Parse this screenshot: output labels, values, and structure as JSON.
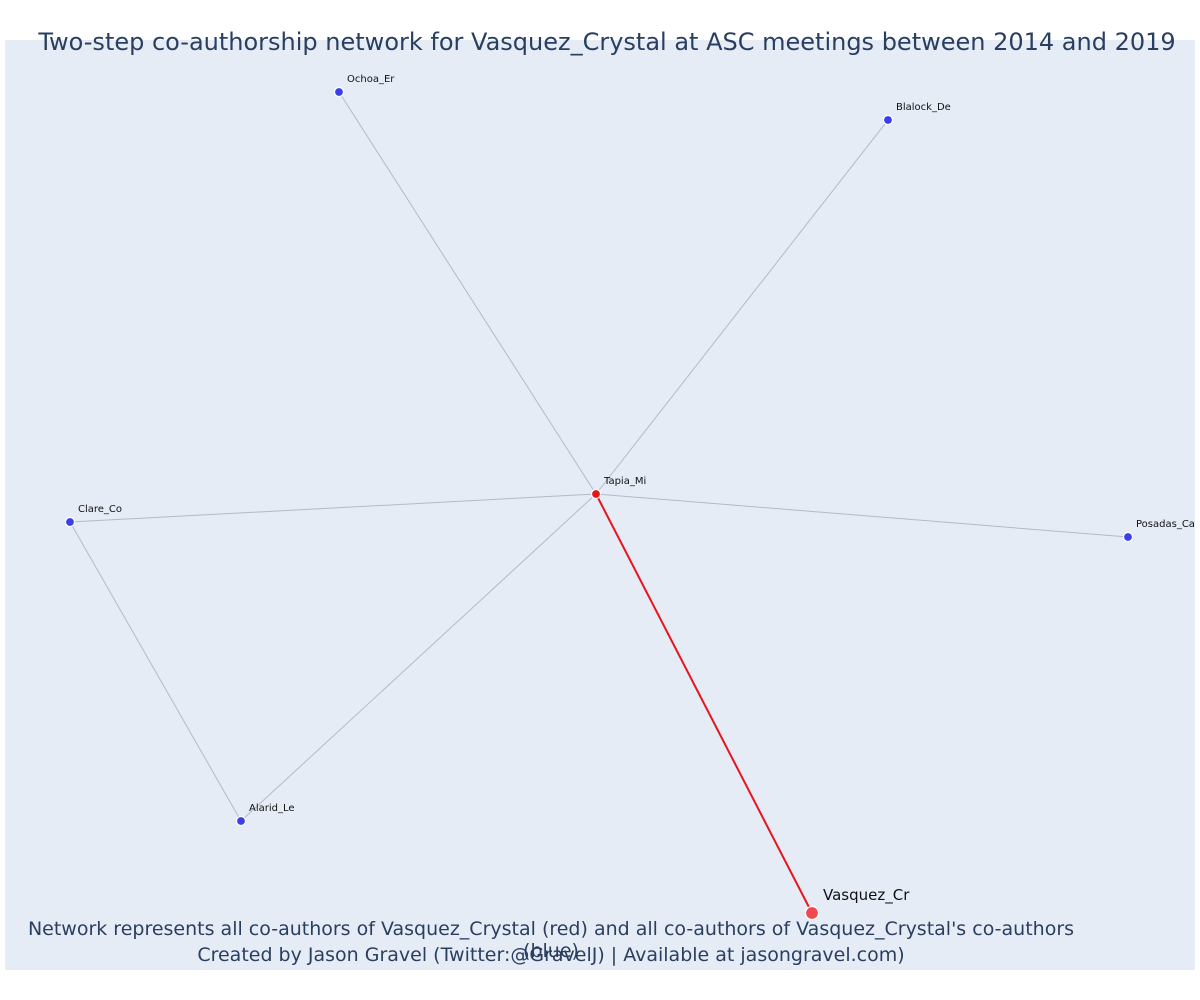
{
  "title": "Two-step co-authorship network for Vasquez_Crystal at ASC meetings between 2014 and 2019",
  "caption": {
    "line1": "Network represents all co-authors of Vasquez_Crystal (red) and all co-authors of Vasquez_Crystal's co-authors (blue)",
    "line2": "Created by Jason Gravel (Twitter:@GravelJ) | Available at jasongravel.com)"
  },
  "colors": {
    "background": "#e5ecf6",
    "edge": "#b5b9c8",
    "ego_edge": "#e8141c",
    "first_step": "#e8141c",
    "second_step": "#3b3fe6",
    "ego": "#f0484e",
    "text": "#2a3f5f"
  },
  "network": {
    "nodes": [
      {
        "id": "Vasquez_Cr",
        "label": "Vasquez_Cr",
        "role": "ego"
      },
      {
        "id": "Tapia_Mi",
        "label": "Tapia_Mi",
        "role": "first_step"
      },
      {
        "id": "Ochoa_Er",
        "label": "Ochoa_Er",
        "role": "second_step"
      },
      {
        "id": "Blalock_De",
        "label": "Blalock_De",
        "role": "second_step"
      },
      {
        "id": "Clare_Co",
        "label": "Clare_Co",
        "role": "second_step"
      },
      {
        "id": "Posadas_Ca",
        "label": "Posadas_Ca",
        "role": "second_step"
      },
      {
        "id": "Alarid_Le",
        "label": "Alarid_Le",
        "role": "second_step"
      }
    ],
    "edges": [
      {
        "source": "Vasquez_Cr",
        "target": "Tapia_Mi",
        "ego_tie": true
      },
      {
        "source": "Tapia_Mi",
        "target": "Ochoa_Er",
        "ego_tie": false
      },
      {
        "source": "Tapia_Mi",
        "target": "Blalock_De",
        "ego_tie": false
      },
      {
        "source": "Tapia_Mi",
        "target": "Clare_Co",
        "ego_tie": false
      },
      {
        "source": "Tapia_Mi",
        "target": "Posadas_Ca",
        "ego_tie": false
      },
      {
        "source": "Tapia_Mi",
        "target": "Alarid_Le",
        "ego_tie": false
      },
      {
        "source": "Clare_Co",
        "target": "Alarid_Le",
        "ego_tie": false
      }
    ]
  }
}
